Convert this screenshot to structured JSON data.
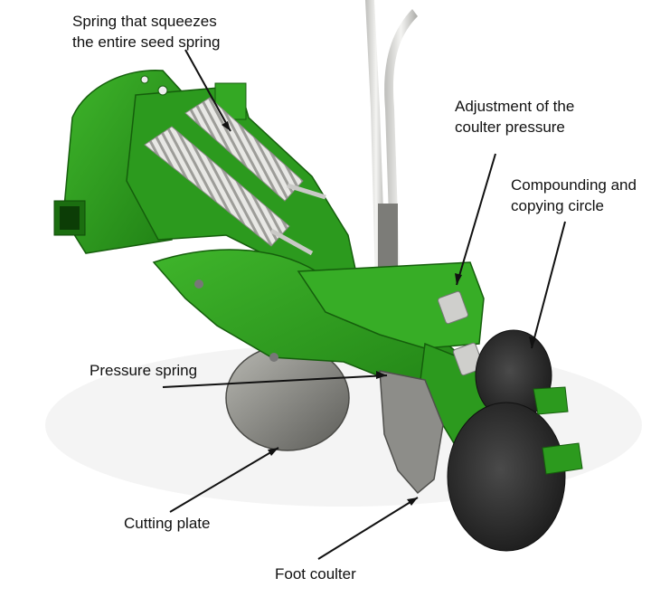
{
  "labels": {
    "spring_line1": "Spring that squeezes",
    "spring_line2": "the entire seed spring",
    "adjust_line1": "Adjustment of the",
    "adjust_line2": "coulter pressure",
    "compound_line1": "Compounding and",
    "compound_line2": "copying circle",
    "pressure_spring": "Pressure spring",
    "cutting_plate": "Cutting plate",
    "foot_coulter": "Foot coulter"
  },
  "colors": {
    "frame_green": "#2e9a1f",
    "dark_green": "#1d6b12",
    "disc_grey": "#8c8c86",
    "wheel_black": "#2a2a2a",
    "spring_grey": "#d9d9d6",
    "tube_white": "#e6e6e4"
  }
}
